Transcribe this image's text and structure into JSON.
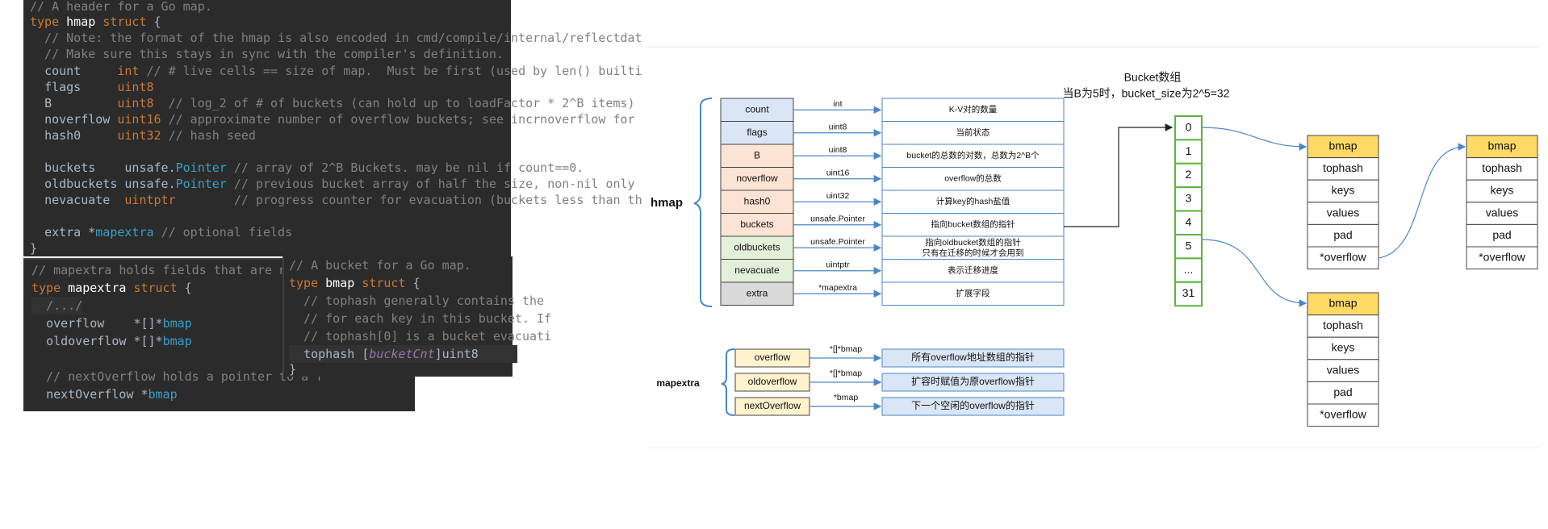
{
  "code_hmap": [
    "// A header for a Go map.",
    "type hmap struct {",
    "  // Note: the format of the hmap is also encoded in cmd/compile/internal/reflectdat",
    "  // Make sure this stays in sync with the compiler's definition.",
    "  count     int // # live cells == size of map.  Must be first (used by len() builti",
    "  flags     uint8",
    "  B         uint8  // log_2 of # of buckets (can hold up to loadFactor * 2^B items)",
    "  noverflow uint16 // approximate number of overflow buckets; see incrnoverflow for",
    "  hash0     uint32 // hash seed",
    "",
    "  buckets    unsafe.Pointer // array of 2^B Buckets. may be nil if count==0.",
    "  oldbuckets unsafe.Pointer // previous bucket array of half the size, non-nil only",
    "  nevacuate  uintptr        // progress counter for evacuation (buckets less than th",
    "",
    "  extra *mapextra // optional fields",
    "}"
  ],
  "code_mapextra": [
    "// mapextra holds fields that are not pr",
    "type mapextra struct {",
    "  /.../",
    "  overflow    *[]*bmap",
    "  oldoverflow *[]*bmap",
    "",
    "  // nextOverflow holds a pointer to a f",
    "  nextOverflow *bmap",
    "}"
  ],
  "code_bmap": [
    "// A bucket for a Go map.",
    "type bmap struct {",
    "  // tophash generally contains the",
    "  // for each key in this bucket. If",
    "  // tophash[0] is a bucket evacuati",
    "  tophash [bucketCnt]uint8",
    "}"
  ],
  "diagram": {
    "hmap_label": "hmap",
    "mapextra_label": "mapextra",
    "bucket_title": "Bucket数组",
    "bucket_subtitle": "当B为5时，bucket_size为2^5=32",
    "hmap_fields": [
      {
        "name": "count",
        "type": "int",
        "desc": "K-V对的数量",
        "color": "#dae6f5"
      },
      {
        "name": "flags",
        "type": "uint8",
        "desc": "当前状态",
        "color": "#dae6f5"
      },
      {
        "name": "B",
        "type": "uint8",
        "desc": "bucket的总数的对数，总数为2^B个",
        "color": "#fde3d4"
      },
      {
        "name": "noverflow",
        "type": "uint16",
        "desc": "overflow的总数",
        "color": "#fde3d4"
      },
      {
        "name": "hash0",
        "type": "uint32",
        "desc": "计算key的hash盐值",
        "color": "#fde3d4"
      },
      {
        "name": "buckets",
        "type": "unsafe.Pointer",
        "desc": "指向bucket数组的指针",
        "color": "#fde3d4"
      },
      {
        "name": "oldbuckets",
        "type": "unsafe.Pointer",
        "desc": "指向oldbucket数组的指针",
        "desc2": "只有在迁移的时候才会用到",
        "color": "#e2f0d9"
      },
      {
        "name": "nevacuate",
        "type": "uintptr",
        "desc": "表示迁移进度",
        "color": "#e2f0d9"
      },
      {
        "name": "extra",
        "type": "*mapextra",
        "desc": "扩展字段",
        "color": "#d9d9d9"
      }
    ],
    "mapextra_fields": [
      {
        "name": "overflow",
        "type": "*[]*bmap",
        "desc": "所有overflow地址数组的指针"
      },
      {
        "name": "oldoverflow",
        "type": "*[]*bmap",
        "desc": "扩容时赋值为原overflow指针"
      },
      {
        "name": "nextOverflow",
        "type": "*bmap",
        "desc": "下一个空闲的overflow的指针"
      }
    ],
    "bucket_cells": [
      "0",
      "1",
      "2",
      "3",
      "4",
      "5",
      "...",
      "31"
    ],
    "bmap_cells": [
      "bmap",
      "tophash",
      "keys",
      "values",
      "pad",
      "*overflow"
    ]
  }
}
